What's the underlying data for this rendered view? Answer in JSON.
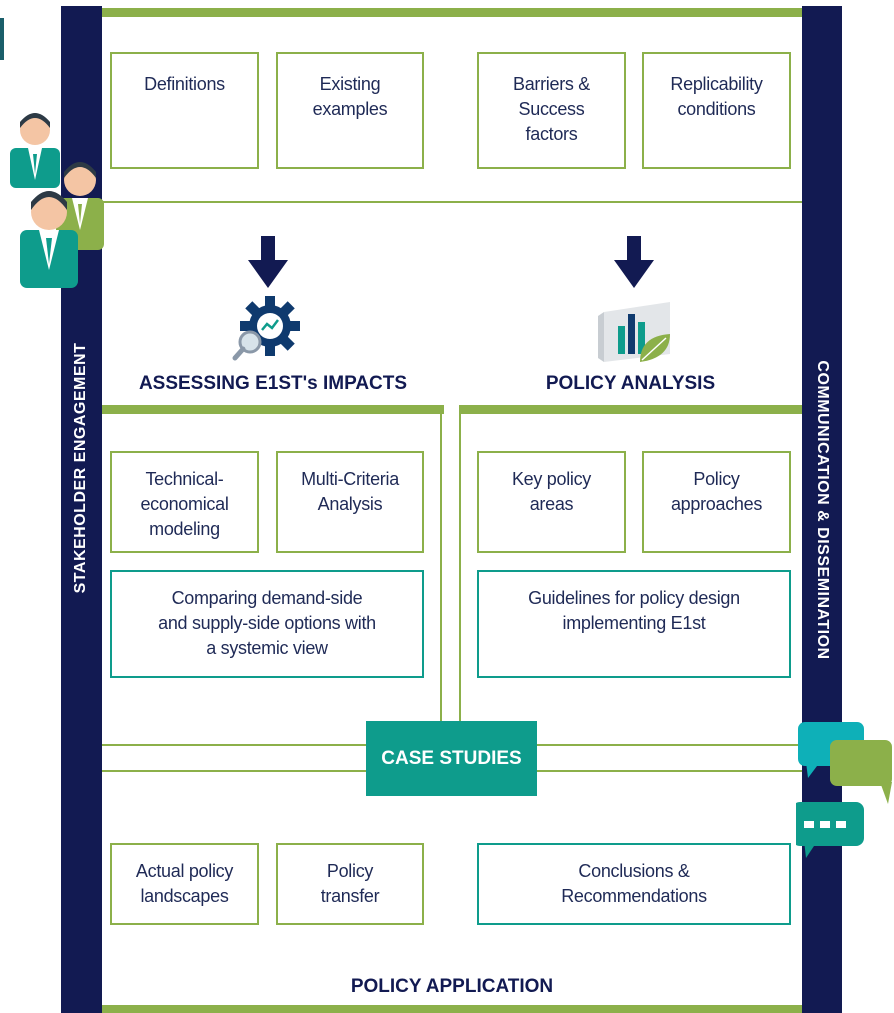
{
  "top_boxes": {
    "definitions": "Definitions",
    "existing_examples": "Existing\nexamples",
    "barriers": "Barriers &\nSuccess\nfactors",
    "replicability": "Replicability\nconditions"
  },
  "side_labels": {
    "left": "STAKEHOLDER ENGAGEMENT",
    "right": "COMMUNICATION & DISSEMINATION"
  },
  "headings": {
    "assessing": "ASSESSING E1ST's IMPACTS",
    "policy_analysis": "POLICY ANALYSIS",
    "case_studies": "CASE STUDIES",
    "policy_application": "POLICY APPLICATION"
  },
  "assessing_boxes": {
    "technical": "Technical-\neconomical\nmodeling",
    "multi_criteria": "Multi-Criteria\nAnalysis",
    "comparing": "Comparing demand-side\nand supply-side options with\na systemic view"
  },
  "policy_boxes": {
    "key_areas": "Key policy\nareas",
    "approaches": "Policy\napproaches",
    "guidelines": "Guidelines for policy design\nimplementing E1st"
  },
  "application_boxes": {
    "landscapes": "Actual policy\nlandscapes",
    "transfer": "Policy\ntransfer",
    "conclusions": "Conclusions &\nRecommendations"
  },
  "icons": [
    "people-icon",
    "gear-search-icon",
    "bar-chart-leaf-icon",
    "speech-bubbles-icon",
    "down-arrow-icon"
  ],
  "colors": {
    "navy": "#121a52",
    "green": "#8cb04a",
    "teal": "#0e9c8c"
  }
}
